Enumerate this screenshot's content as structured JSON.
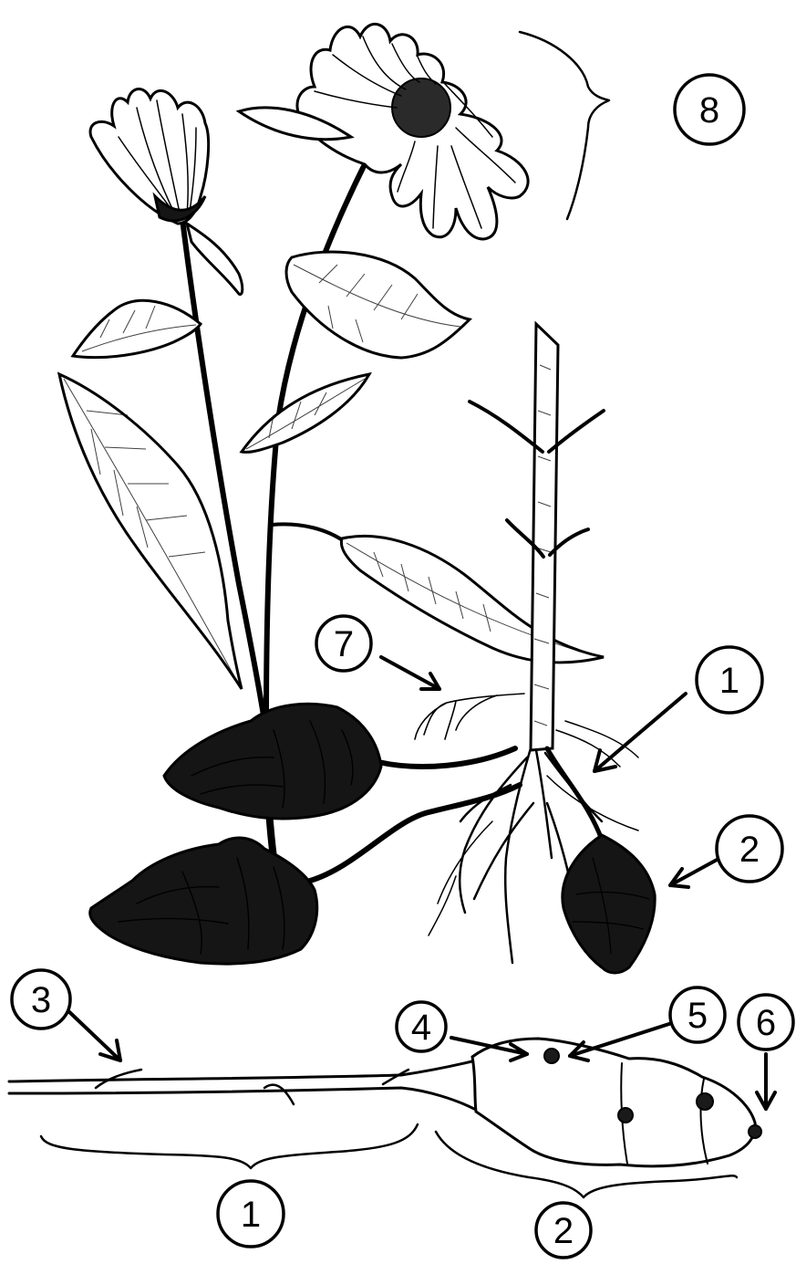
{
  "labels": {
    "rhizome_top": "1",
    "tuber_top": "2",
    "scale_leaf": "3",
    "bud_left": "4",
    "bud_right": "5",
    "apex": "6",
    "roots": "7",
    "shoot": "8",
    "rhizome_bottom": "1",
    "tuber_bottom": "2"
  },
  "colors": {
    "ink": "#000000",
    "paper": "#ffffff",
    "tuber_fill": "#151515"
  }
}
